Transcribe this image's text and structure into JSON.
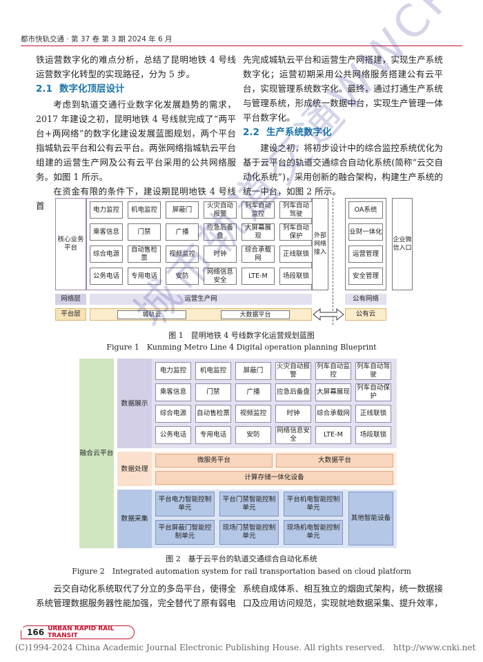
{
  "header": {
    "journal": "都市快轨交通 · 第 37 卷 第 3 期 2024 年 6 月"
  },
  "left_col": {
    "p1": "铁运营数字化的难点分析，总结了昆明地铁 4 号线运营数字化转型的实现路径，分为 5 步。",
    "sec_num": "2.1",
    "sec_title": "数字化顶层设计",
    "p2": "考虑到轨道交通行业数字化发展趋势的需求，2017 年建设之初，昆明地铁 4 号线就完成了“两平台+两网络”的数字化建设发展蓝图规划，两个平台指城轨云平台和公有云平台。两张网络指城轨云平台组建的运营生产网及公有云平台采用的公共网络服务。如图 1 所示。",
    "p3": "在资金有限的条件下，建设期昆明地铁 4 号线首"
  },
  "right_col": {
    "p1": "先完成城轨云平台和运营生产网搭建，实现生产系统数字化；运营初期采用公共网络服务搭建公有云平台，实现管理系统数字化。最终，通过打通生产系统与管理系统，形成统一数据中台，实现生产管理一体平台数字化。",
    "sec_num": "2.2",
    "sec_title": "生产系统数字化",
    "p2": "建设之初，将初步设计中的综合监控系统优化为基于云平台的轨道交通综合自动化系统(简称“云交自动化系统”)，采用创新的融合架构，构建生产系统的统一中台，如图 2 所示。"
  },
  "fig1": {
    "core_label": "核心业务平台",
    "cells": [
      "电力监控",
      "机电监控",
      "屏蔽门",
      "火灾自动报警",
      "列车自动监控",
      "列车自动驾驶",
      "乘客信息",
      "门禁",
      "广播",
      "应急后备盘",
      "大屏幕展现",
      "列车自动保护",
      "综合电源",
      "自动售检票",
      "视频监控",
      "时钟",
      "综合承载网",
      "正线联锁",
      "公务电话",
      "专用电话",
      "安防",
      "网络信息安全",
      "LTE-M",
      "场段联锁"
    ],
    "external": "外部网络接入",
    "right_cells": [
      "OA系统",
      "业财一体化",
      "运营管理",
      "安全管理"
    ],
    "enterprise": "企业微信入口",
    "net_layer": "网络层",
    "net_main": "运营生产网",
    "net_public": "公有网络",
    "plat_layer": "平台层",
    "plat_cloud": "城轨云",
    "plat_bigdata": "大数据平台",
    "plat_public": "公有云",
    "caption_cn": "图 1　昆明地铁 4 号线数字化运营规划蓝图",
    "caption_en": "Figure 1　Kunming Metro Line 4 Digital operation planning Blueprint"
  },
  "fig2": {
    "fusion": "融合云平台",
    "display": "数据展示",
    "process": "数据处理",
    "collect": "数据采集",
    "cells": [
      "电力监控",
      "机电监控",
      "屏蔽门",
      "火灾自动报警",
      "列车自动监控",
      "列车自动驾驶",
      "乘客信息",
      "门禁",
      "广播",
      "应急后备盘",
      "大屏幕展现",
      "列车自动保护",
      "综合电源",
      "自动售检票",
      "视频监控",
      "时钟",
      "综合承载网",
      "正线联锁",
      "公务电话",
      "专用电话",
      "安防",
      "网络信息安全",
      "LTE-M",
      "场段联锁"
    ],
    "micro": "微服务平台",
    "bigdata": "大数据平台",
    "compute": "计算存储一体化设备",
    "units": [
      "平台电力智能控制单元",
      "平台门禁智能控制单元",
      "平台机电智能控制单元",
      "平台屏蔽门智能控制单元",
      "现场门禁智能控制单元",
      "现场机电智能控制单元"
    ],
    "other": "其他智能设备",
    "caption_cn": "图 2　基于云平台的轨道交通综合自动化系统",
    "caption_en": "Figure 2　Integrated automation system for rail transportation based on cloud platform"
  },
  "bottom": {
    "left": "云交自动化系统取代了分立的多岛平台，使得全系统管理数据服务器性能加强，完全替代了原有弱电",
    "right": "系统自成体系、相互独立的烟囱式架构，统一数据接口及应用访问规范，实现就地数据采集、提升效率，"
  },
  "footer": {
    "page": "166",
    "journal_en": "URBAN RAPID RAIL TRANSIT",
    "copyright": "(C)1994-2024 China Academic Journal Electronic Publishing House. All rights reserved.　http://www.cnki.net"
  },
  "watermark": "城市轨道交通WWCRM",
  "colors": {
    "accent": "#1a73a8",
    "brand": "#c8102e"
  }
}
